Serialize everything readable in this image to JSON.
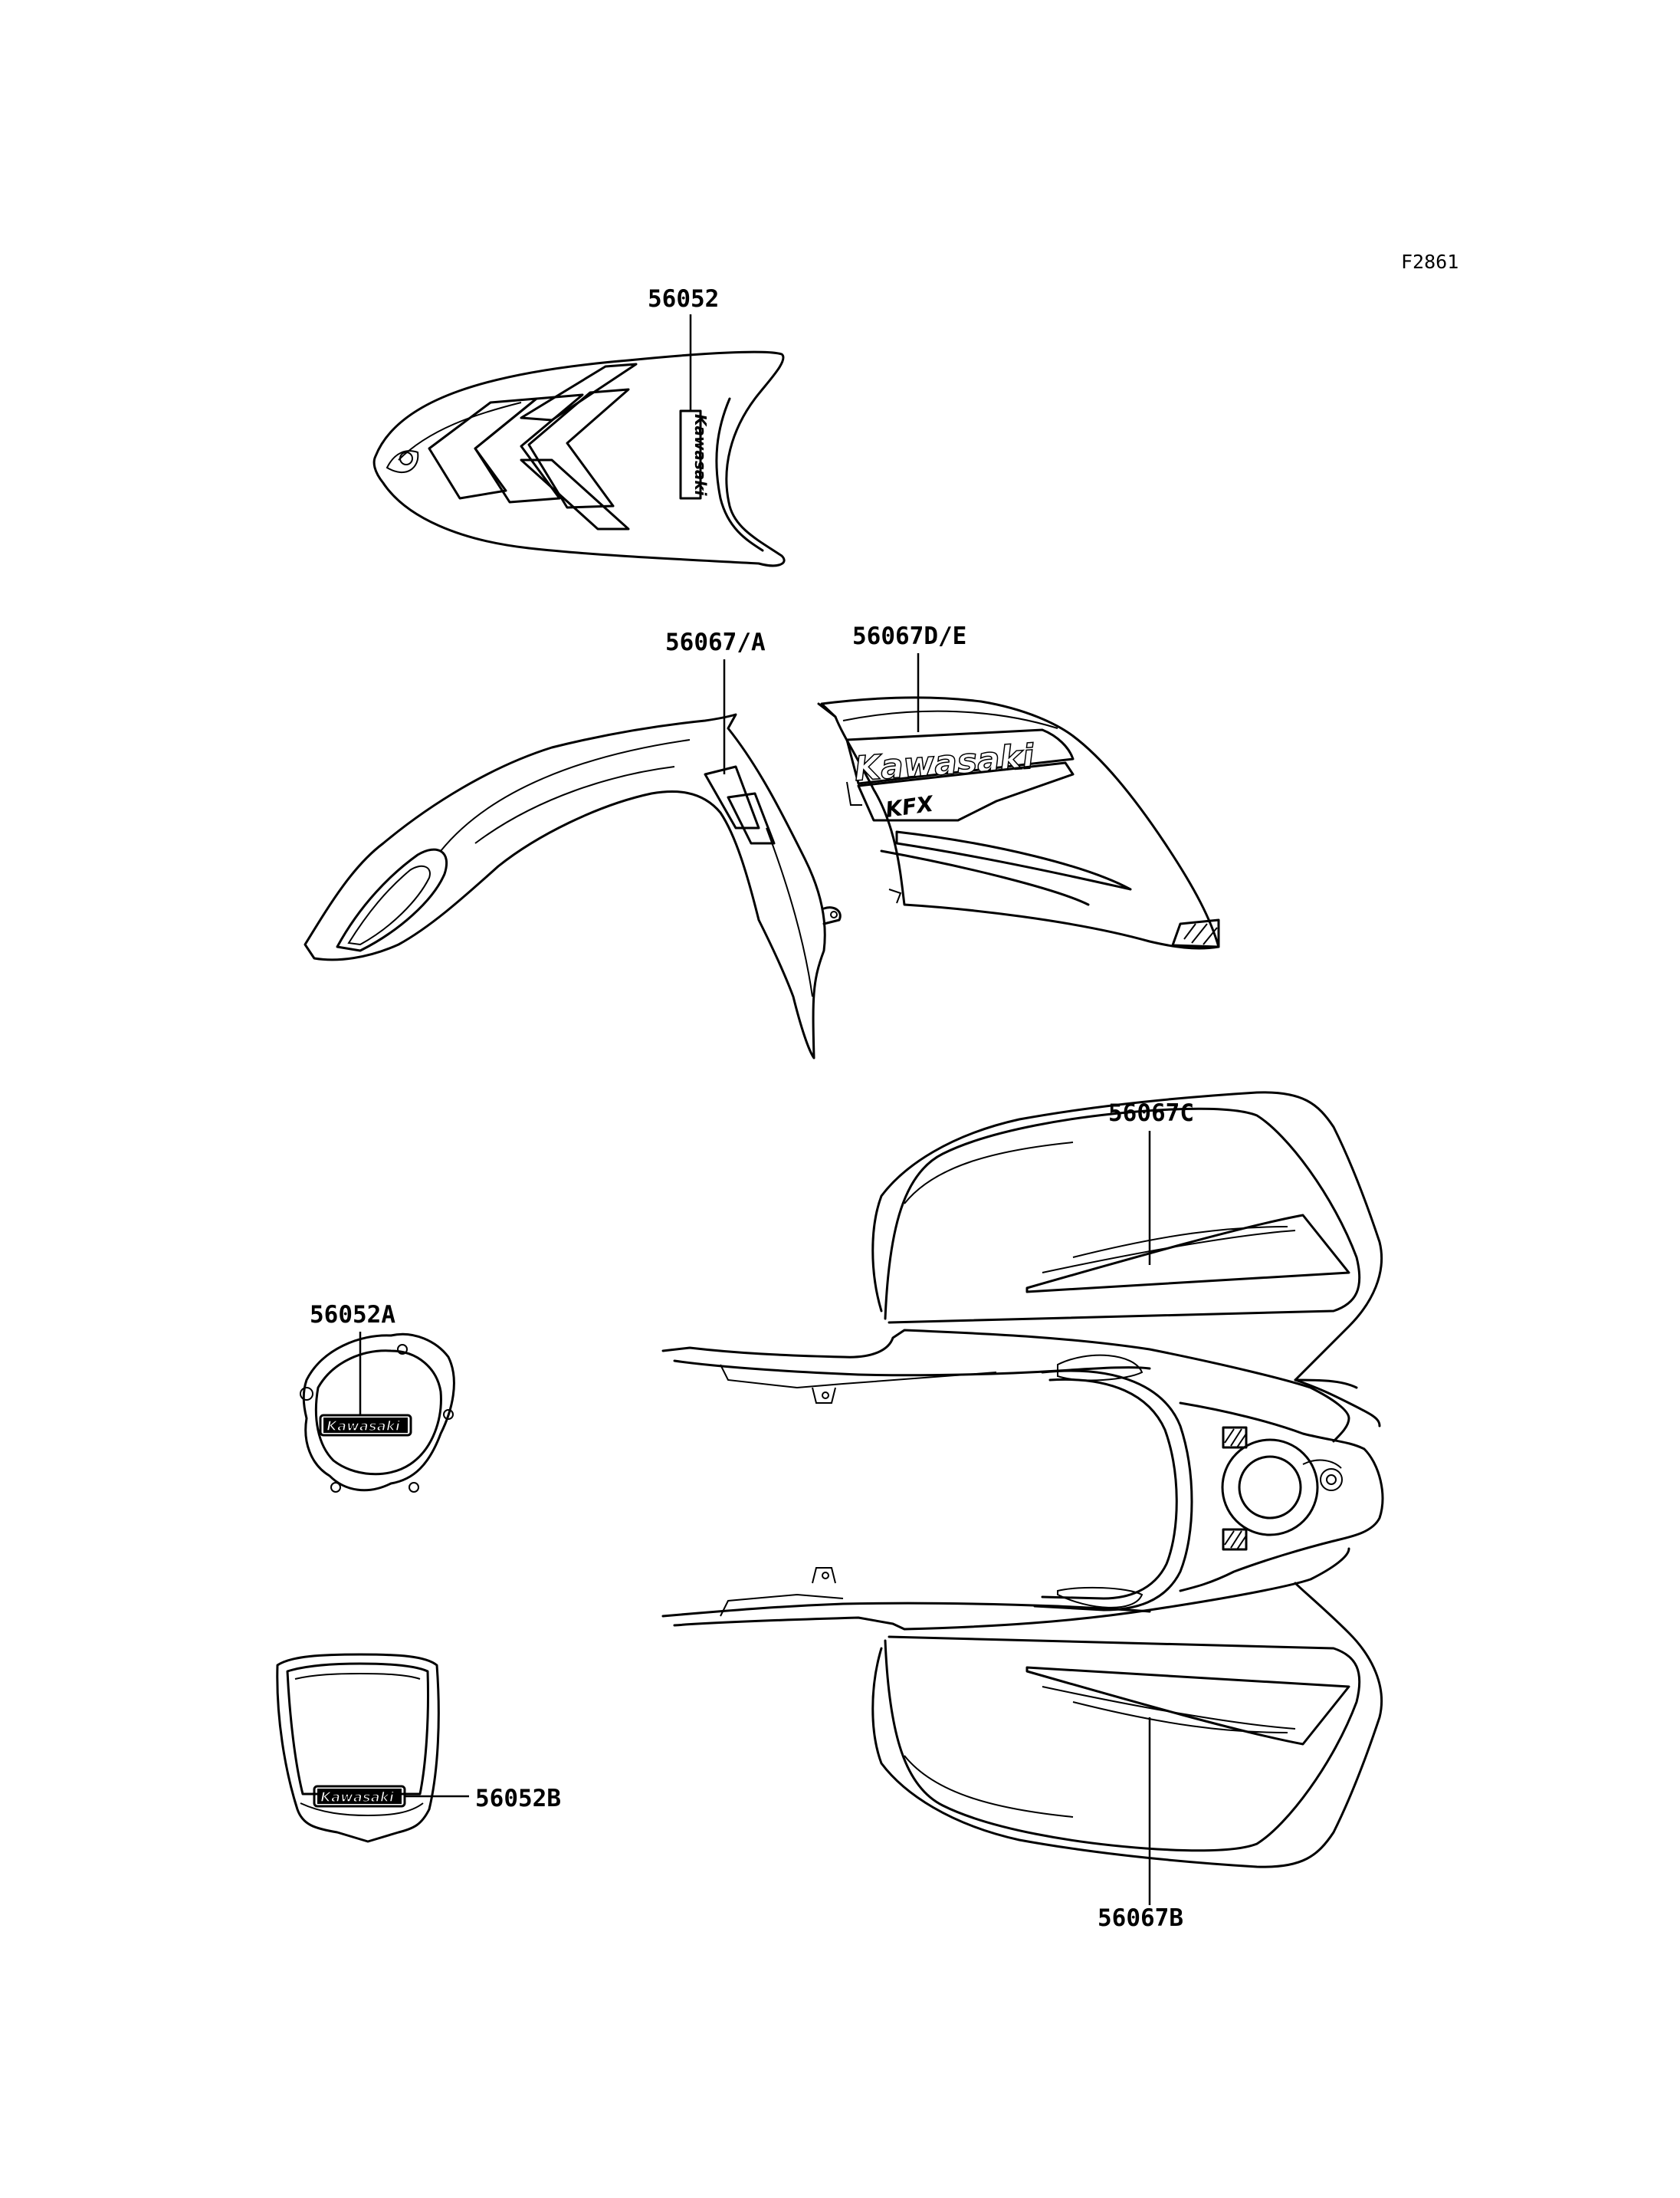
{
  "figure_ref": "F2861",
  "brand_text": "Kawasaki",
  "model_text": "KFX",
  "callouts": {
    "p56052": "56052",
    "p56067A": "56067/A",
    "p56067DE": "56067D/E",
    "p56067C": "56067C",
    "p56052A": "56052A",
    "p56052B": "56052B",
    "p56067B": "56067B"
  }
}
